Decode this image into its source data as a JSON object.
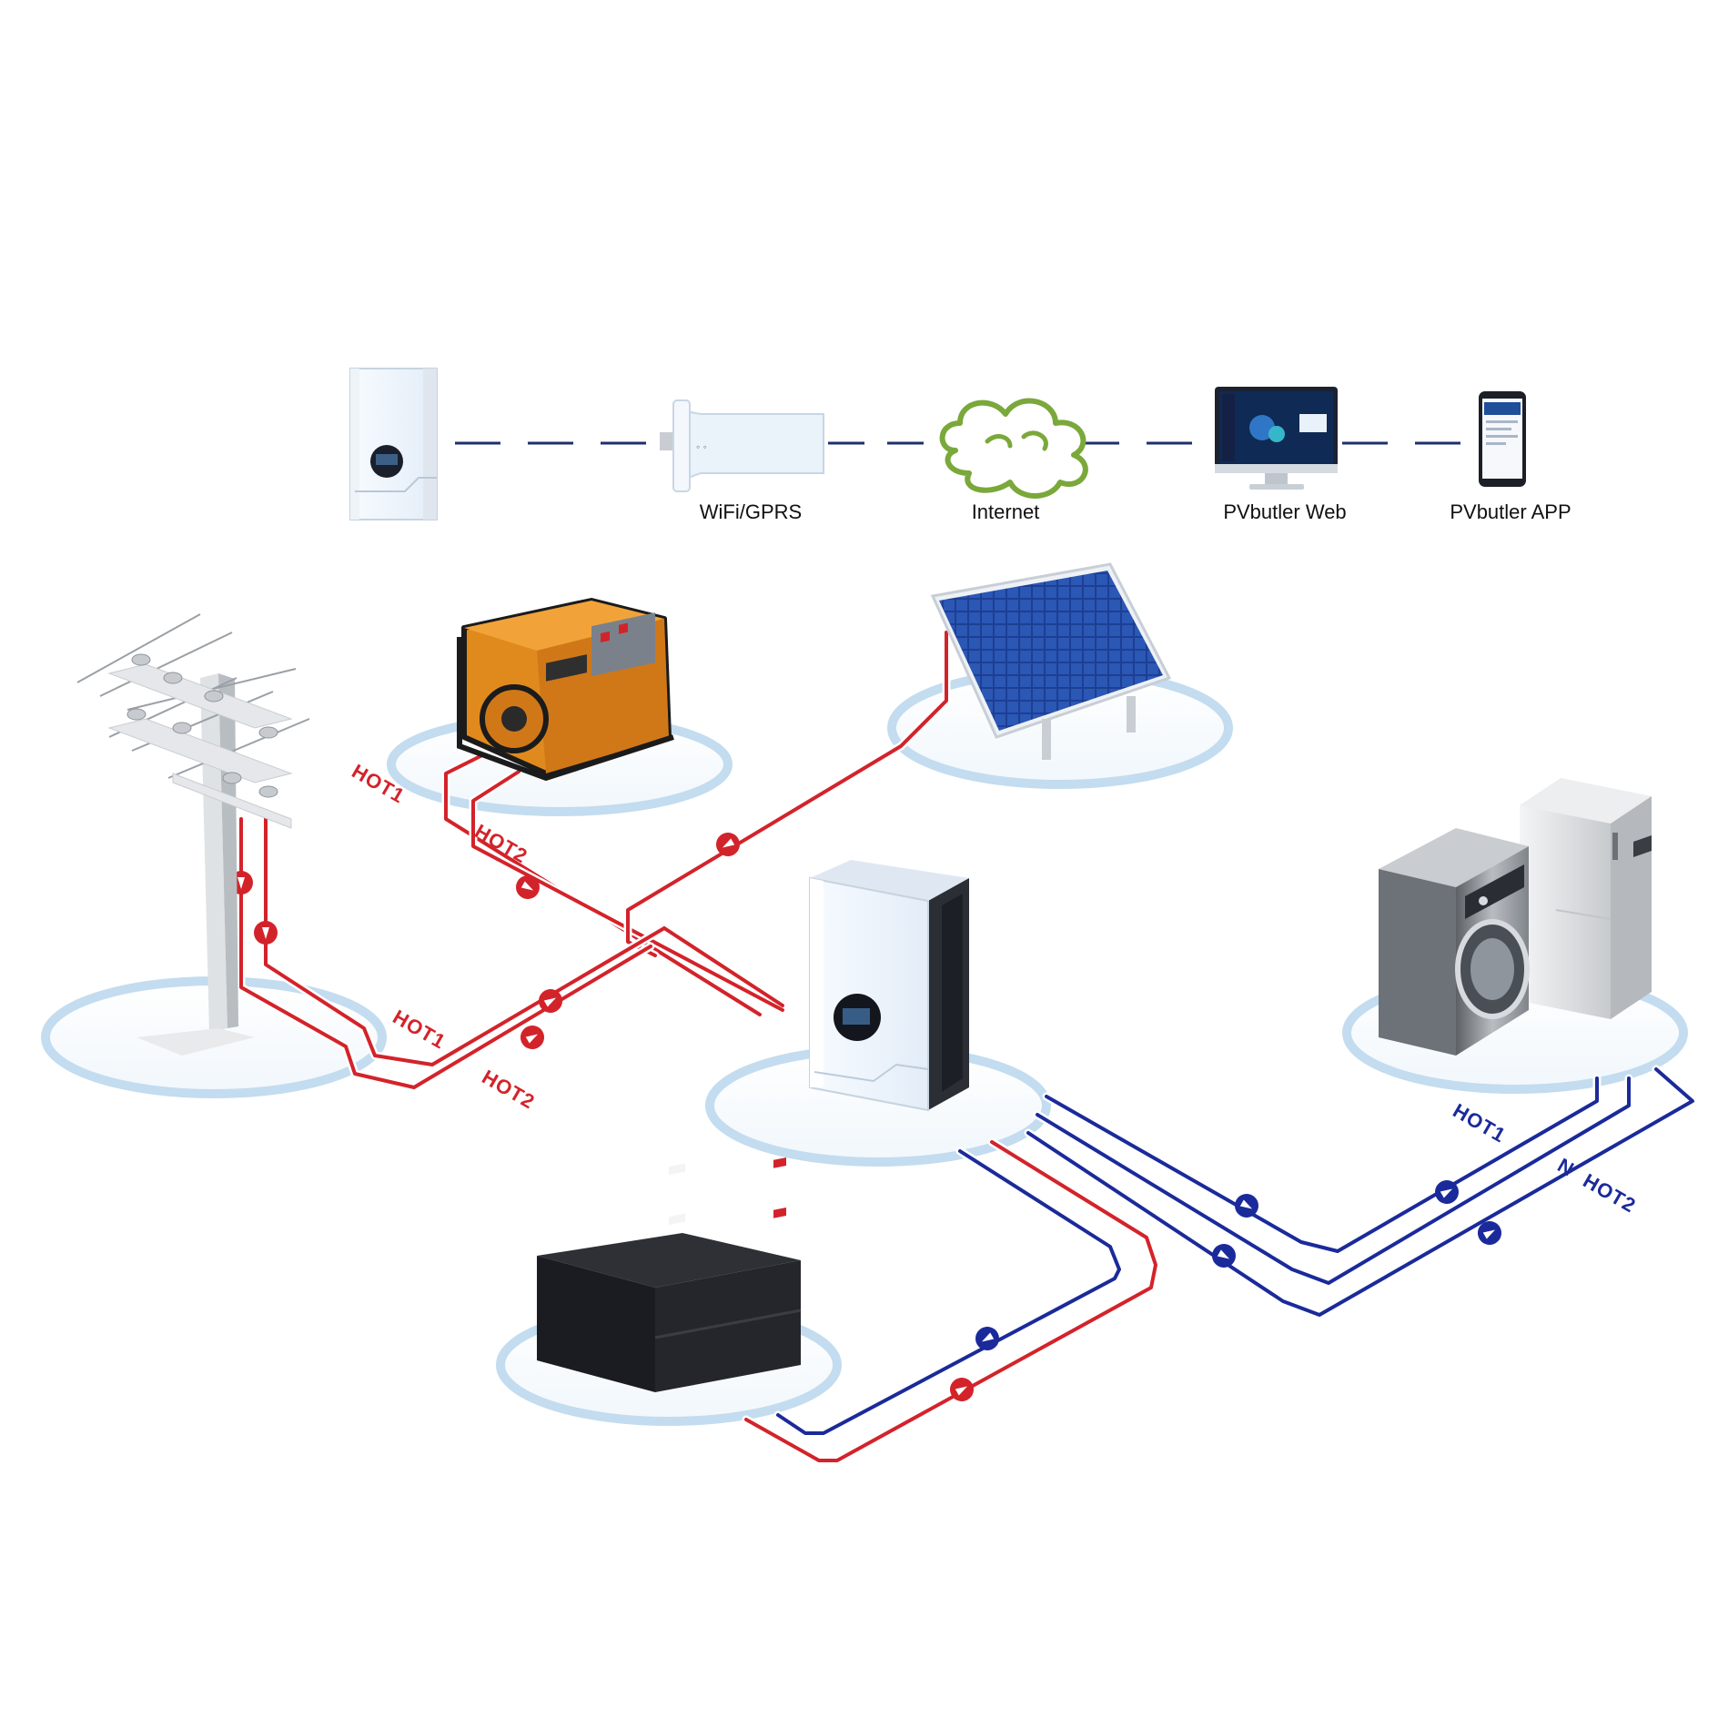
{
  "colors": {
    "red_wire": "#d3232a",
    "blue_wire": "#1b2a9a",
    "comm_dash": "#1e2f6e",
    "platform": "#c9dff0",
    "cloud": "#7aa83a",
    "generator": "#e08a1e",
    "solar": "#1e3c8c"
  },
  "comm_chain": {
    "labels": {
      "wifi": "WiFi/GPRS",
      "internet": "Internet",
      "web": "PVbutler Web",
      "app": "PVbutler APP"
    }
  },
  "wires": {
    "generator_hot1": "HOT1",
    "generator_hot2": "HOT2",
    "grid_hot1": "HOT1",
    "grid_hot2": "HOT2",
    "load_hot1": "HOT1",
    "load_n": "N",
    "load_hot2": "HOT2"
  },
  "icons": {
    "inverter_top": "inverter-icon",
    "wifi_dongle": "wifi-dongle-icon",
    "cloud": "cloud-icon",
    "monitor": "monitor-icon",
    "phone": "phone-icon",
    "utility_pole": "utility-pole-icon",
    "generator": "generator-icon",
    "solar_panel": "solar-panel-icon",
    "inverter_main": "inverter-icon",
    "washer": "washing-machine-icon",
    "fridge": "refrigerator-icon",
    "battery": "battery-icon",
    "flow_arrow": "flow-arrow-icon"
  }
}
